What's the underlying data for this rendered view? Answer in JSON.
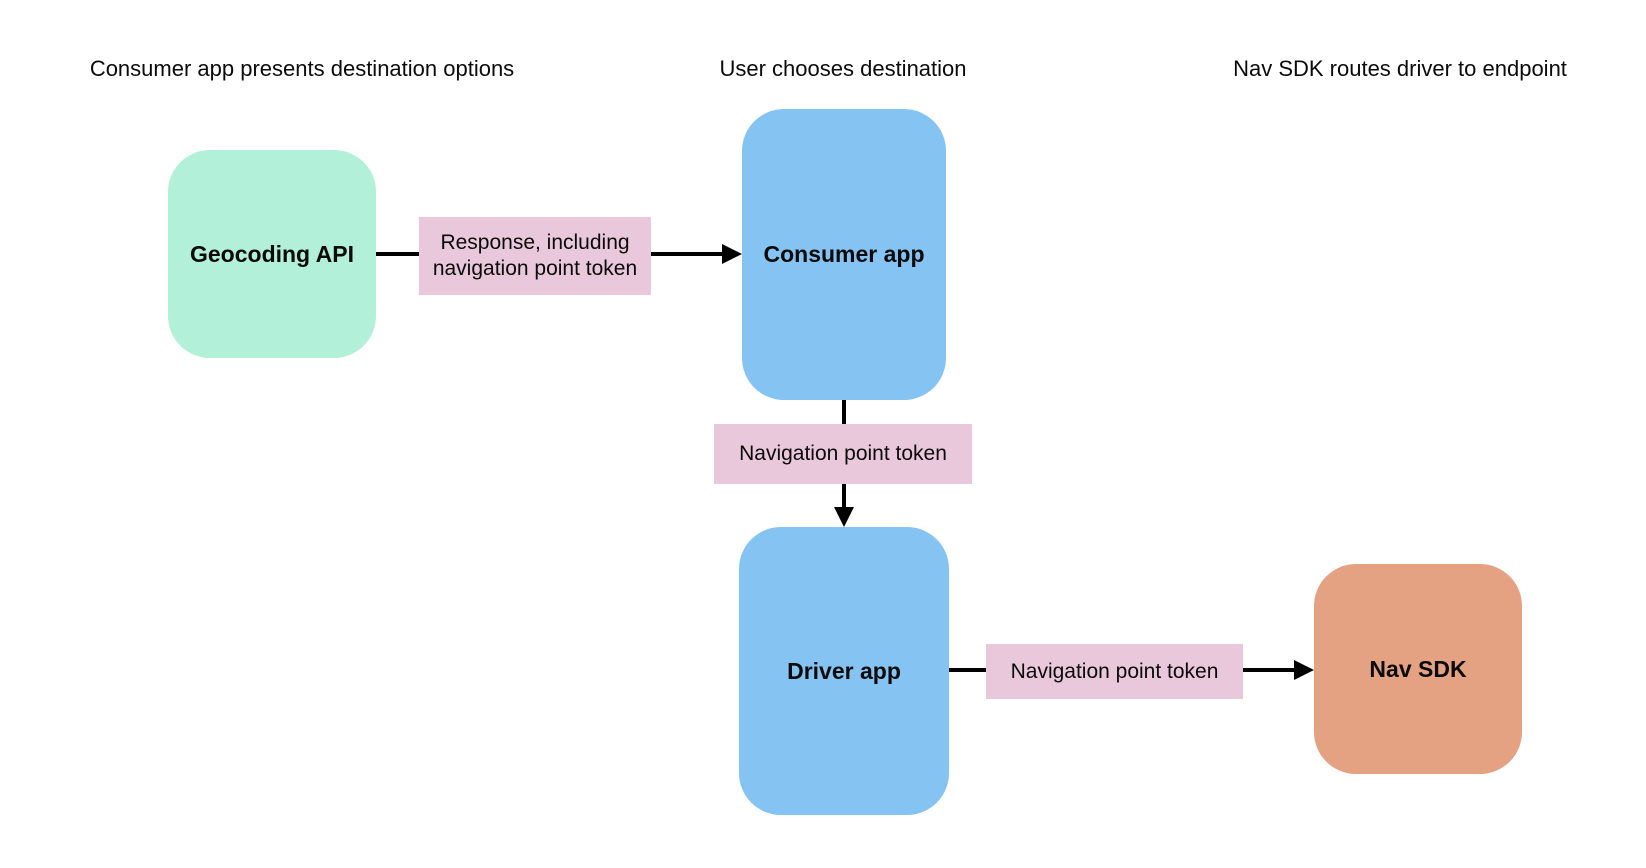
{
  "diagram": {
    "background": "#ffffff",
    "arrow_color": "#000000",
    "text_color": "#0b0b0b",
    "phase_headers": [
      "Consumer app presents destination options",
      "User chooses destination",
      "Nav SDK routes driver to endpoint"
    ],
    "nodes": {
      "geocoding_api": {
        "label": "Geocoding API",
        "fill": "#b2f0d9"
      },
      "consumer_app": {
        "label": "Consumer app",
        "fill": "#85c3f2"
      },
      "driver_app": {
        "label": "Driver app",
        "fill": "#85c3f2"
      },
      "nav_sdk": {
        "label": "Nav SDK",
        "fill": "#e4a283"
      }
    },
    "edge_labels": {
      "fill": "#eac8dc",
      "geocoding_to_consumer": "Response, including navigation point token",
      "consumer_to_driver": "Navigation point token",
      "driver_to_nav_sdk": "Navigation point token"
    }
  }
}
